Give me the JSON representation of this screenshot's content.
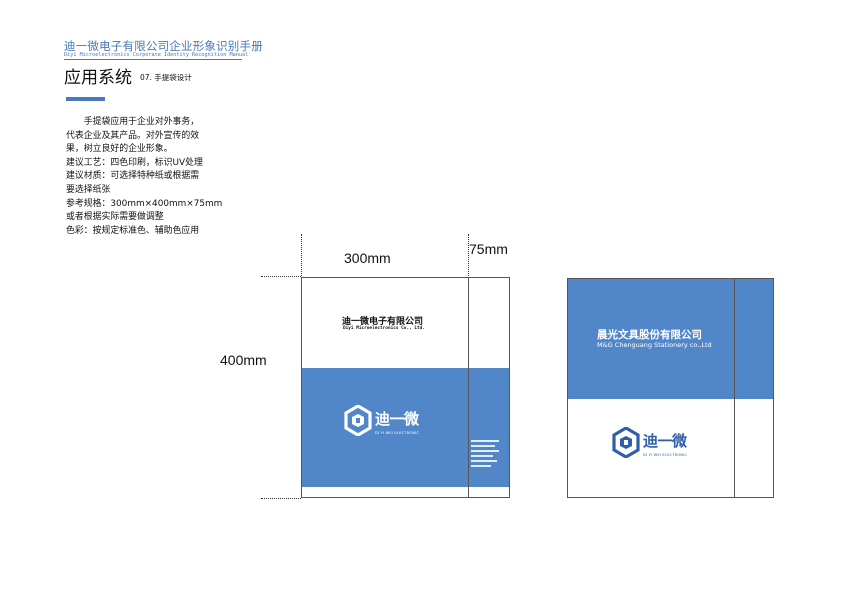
{
  "header": {
    "title_cn": "迪一微电子有限公司企业形象识别手册",
    "title_en": "Diyi Microelectronics Corporate Identity Recognition Manual"
  },
  "section": {
    "title": "应用系统",
    "subtitle": "07. 手提袋设计"
  },
  "description": [
    "手提袋应用于企业对外事务，",
    "代表企业及其产品。对外宣传的效",
    "果，树立良好的企业形象。",
    "建议工艺：四色印刷，标识UV处理",
    "建议材质：可选择特种纸或根据需",
    "要选择纸张",
    "参考规格：300mm×400mm×75mm",
    "或者根据实际需要做调整",
    "色彩：按规定标准色、辅助色应用"
  ],
  "dimensions": {
    "width_label": "300mm",
    "depth_label": "75mm",
    "height_label": "400mm"
  },
  "bag_front": {
    "company_cn": "迪一微电子有限公司",
    "company_en": "Diyi Microelectronics Co., Ltd.",
    "logo_text_cn": "迪一微",
    "logo_text_en": "DI YI WEI ELECTRONIC"
  },
  "bag_sample": {
    "company_cn": "晨光文具股份有限公司",
    "company_en": "M&G Chenguang Stationery co.,Ltd",
    "logo_text_cn": "迪一微",
    "logo_text_en": "DI YI WEI ELECTRONIC"
  },
  "colors": {
    "brand_blue": "#5187c8",
    "header_blue": "#4a78b8",
    "logo_dark_blue": "#2f5fa8"
  },
  "icons": [
    "diyi-logo-icon"
  ]
}
